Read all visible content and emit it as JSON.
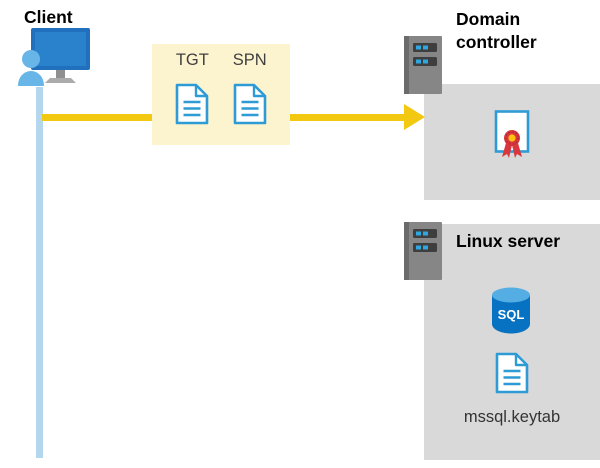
{
  "client": {
    "label": "Client"
  },
  "tickets": {
    "items": [
      {
        "label": "TGT"
      },
      {
        "label": "SPN"
      }
    ]
  },
  "domain_controller": {
    "label": "Domain controller"
  },
  "linux_server": {
    "label": "Linux server",
    "sql_label": "SQL",
    "keytab_label": "mssql.keytab"
  },
  "colors": {
    "arrow-yellow": "#F2C811",
    "ticket-box-bg": "#FCF4CE",
    "panel-gray": "#D9D9D9",
    "lifeline-blue": "#B4D7EE",
    "doc-blue": "#2E9BD5",
    "seal-red": "#D9363E",
    "seal-gold": "#FFC20E",
    "sql-blue": "#0872C2",
    "sql-top-blue": "#54AEE4",
    "led-blue": "#2FA8E1",
    "server-gray": "#868686",
    "monitor-blue": "#2070BE",
    "person-blue": "#68B6E8",
    "label-dark": "#404040"
  }
}
